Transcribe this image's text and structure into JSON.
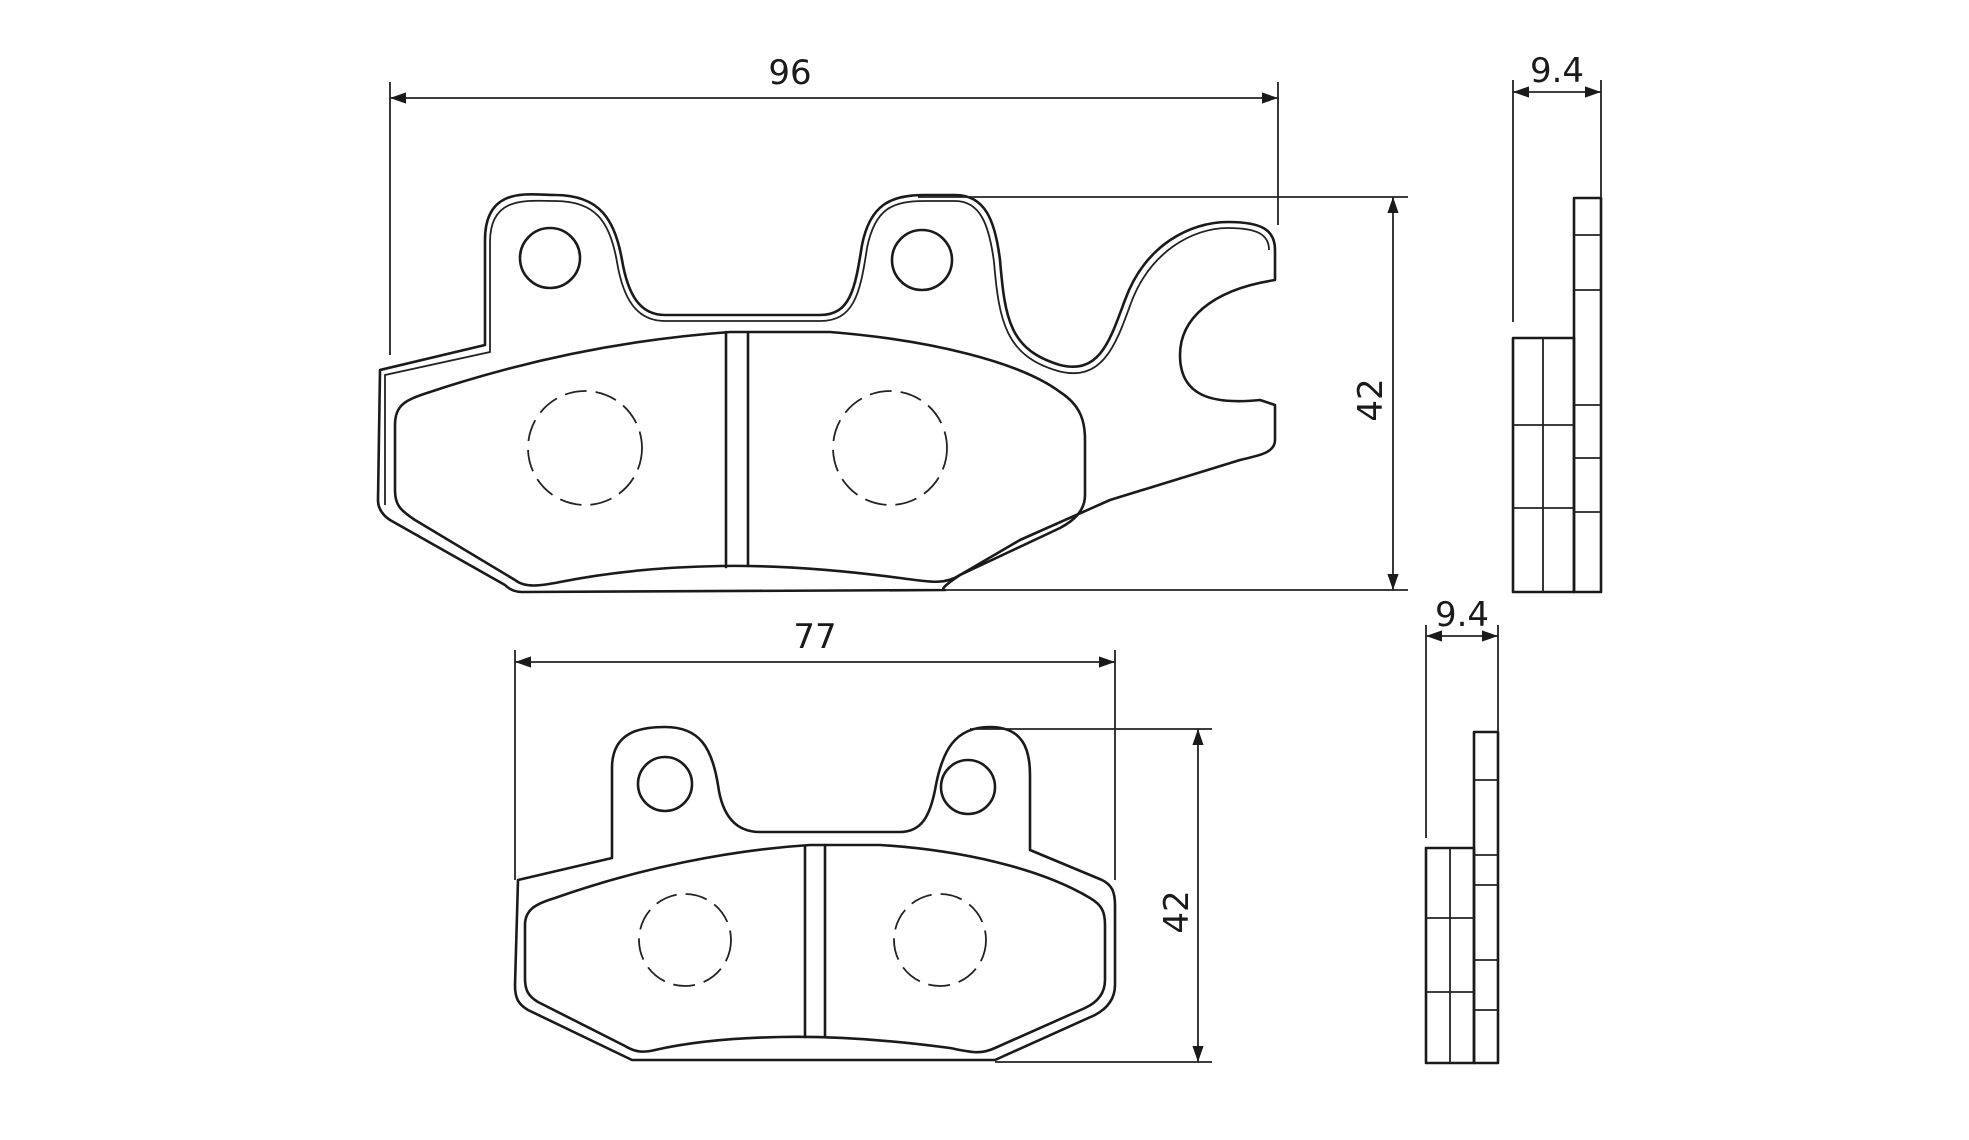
{
  "dimensions": {
    "pad1_width": "96",
    "pad1_height": "42",
    "pad1_thickness": "9.4",
    "pad2_width": "77",
    "pad2_height": "42",
    "pad2_thickness": "9.4"
  }
}
